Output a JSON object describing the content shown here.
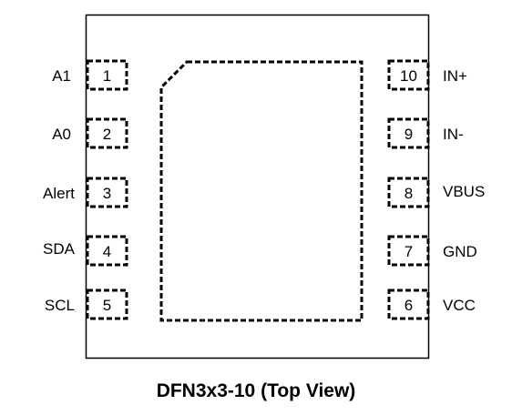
{
  "package": {
    "caption": "DFN3x3-10 (Top View)"
  },
  "left_pins": [
    {
      "number": "1",
      "label": "A1"
    },
    {
      "number": "2",
      "label": "A0"
    },
    {
      "number": "3",
      "label": "Alert"
    },
    {
      "number": "4",
      "label": "SDA"
    },
    {
      "number": "5",
      "label": "SCL"
    }
  ],
  "right_pins": [
    {
      "number": "10",
      "label": "IN+"
    },
    {
      "number": "9",
      "label": "IN-"
    },
    {
      "number": "8",
      "label": "VBUS"
    },
    {
      "number": "7",
      "label": "GND"
    },
    {
      "number": "6",
      "label": "VCC"
    }
  ]
}
